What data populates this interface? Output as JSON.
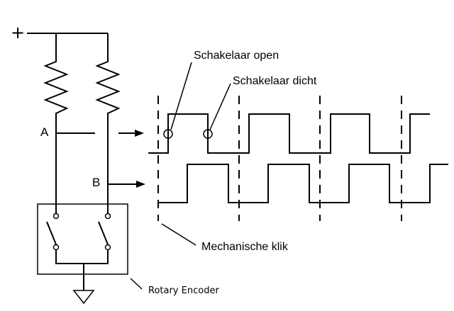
{
  "labels": {
    "plus": "+",
    "node_a": "A",
    "node_b": "B",
    "switch_open": "Schakelaar open",
    "switch_closed": "Schakelaar dicht",
    "mechanical_click": "Mechanische klik",
    "rotary_encoder": "Rotary Encoder"
  },
  "colors": {
    "ink": "#000000",
    "background": "#ffffff"
  }
}
